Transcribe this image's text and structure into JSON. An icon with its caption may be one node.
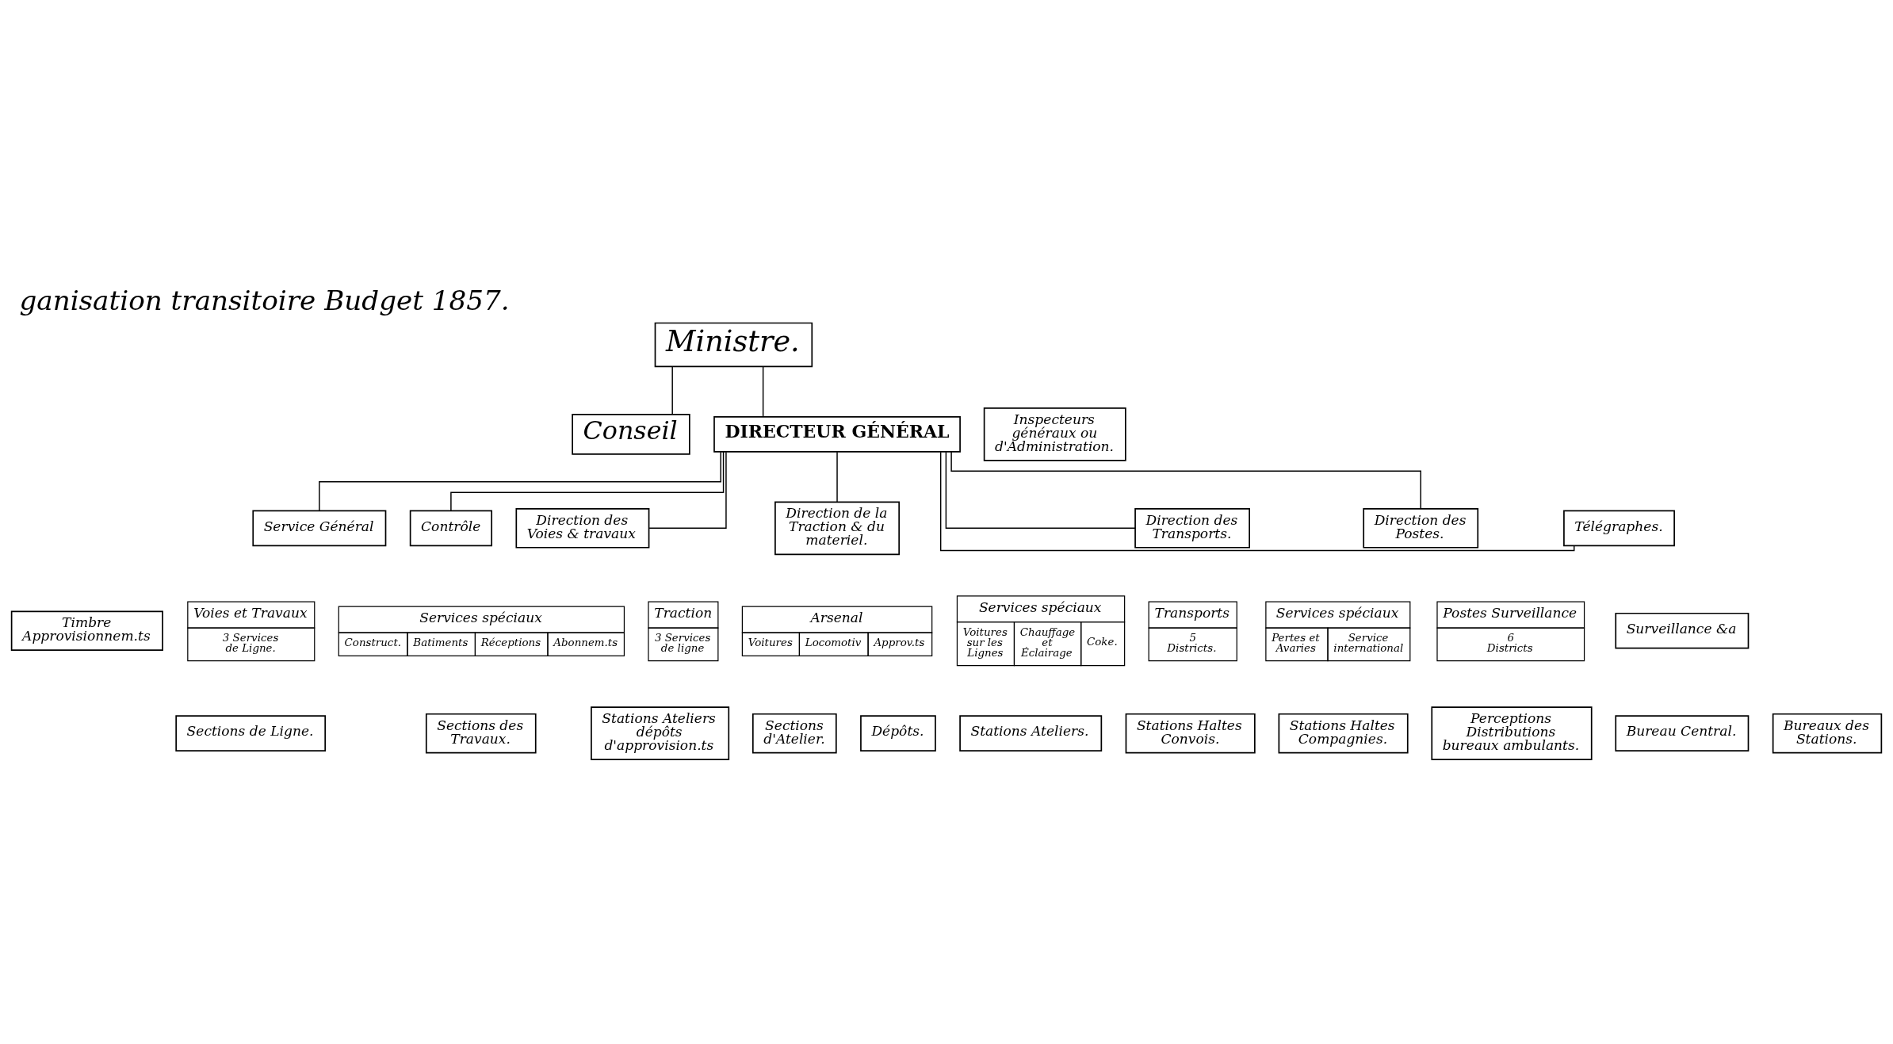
{
  "diagram": {
    "title": "ganisation transitoire Budget 1857.",
    "nodes": [
      {
        "text": [
          "Ministre."
        ]
      },
      {
        "text": [
          "Conseil"
        ]
      },
      {
        "text": [
          "DIRECTEUR GÉNÉRAL"
        ]
      },
      {
        "text": [
          "Inspecteurs généraux ou d'Administration."
        ]
      },
      {
        "text": [
          "Service Général"
        ]
      },
      {
        "text": [
          "Contrôle"
        ]
      },
      {
        "text": [
          "Timbre Approvisionnem.ts"
        ]
      },
      {
        "text": [
          "Direction des Voies & travaux"
        ]
      },
      {
        "text": [
          "Direction de la Traction & du materiel."
        ]
      },
      {
        "text": [
          "Direction des Transports."
        ]
      },
      {
        "text": [
          "Direction des Postes."
        ]
      },
      {
        "text": [
          "Télégraphes."
        ]
      },
      {
        "text": [
          "Voies et Travaux",
          "3 Services de Ligne."
        ]
      },
      {
        "text": [
          "Services spéciaux",
          "Construct.",
          "Batiments",
          "Réceptions",
          "Abonnem.ts"
        ]
      },
      {
        "text": [
          "Traction",
          "3 Services de ligne"
        ]
      },
      {
        "text": [
          "Arsenal",
          "Voitures",
          "Locomotiv",
          "Approv.ts"
        ]
      },
      {
        "text": [
          "Services spéciaux",
          "Voitures sur les Lignes",
          "Chauffage et Éclairage",
          "Coke."
        ]
      },
      {
        "text": [
          "Transports",
          "5 Districts."
        ]
      },
      {
        "text": [
          "Services spéciaux",
          "Pertes et Avaries",
          "Service international"
        ]
      },
      {
        "text": [
          "Postes Surveillance",
          "6 Districts"
        ]
      },
      {
        "text": [
          "Surveillance &a"
        ]
      },
      {
        "text": [
          "Sections de Ligne."
        ]
      },
      {
        "text": [
          "Sections des Travaux."
        ]
      },
      {
        "text": [
          "Stations Ateliers dépôts d'approvision.ts"
        ]
      },
      {
        "text": [
          "Sections d'Atelier."
        ]
      },
      {
        "text": [
          "Dépôts."
        ]
      },
      {
        "text": [
          "Stations Ateliers."
        ]
      },
      {
        "text": [
          "Stations Haltes Convois."
        ]
      },
      {
        "text": [
          "Stations Haltes Compagnies."
        ]
      },
      {
        "text": [
          "Perceptions Distributions bureaux ambulants."
        ]
      },
      {
        "text": [
          "Bureau Central."
        ]
      },
      {
        "text": [
          "Bureaux des Stations."
        ]
      }
    ],
    "edges": [
      {
        "from": 0,
        "to": 1,
        "arrow": "none"
      },
      {
        "from": 0,
        "to": 2,
        "arrow": "none"
      },
      {
        "from": 2,
        "to": 4,
        "arrow": "none"
      },
      {
        "from": 2,
        "to": 5,
        "arrow": "none"
      },
      {
        "from": 2,
        "to": 7,
        "arrow": "none"
      },
      {
        "from": 2,
        "to": 8,
        "arrow": "none"
      },
      {
        "from": 2,
        "to": 9,
        "arrow": "none"
      },
      {
        "from": 2,
        "to": 10,
        "arrow": "none"
      },
      {
        "from": 2,
        "to": 11,
        "arrow": "none"
      }
    ]
  }
}
